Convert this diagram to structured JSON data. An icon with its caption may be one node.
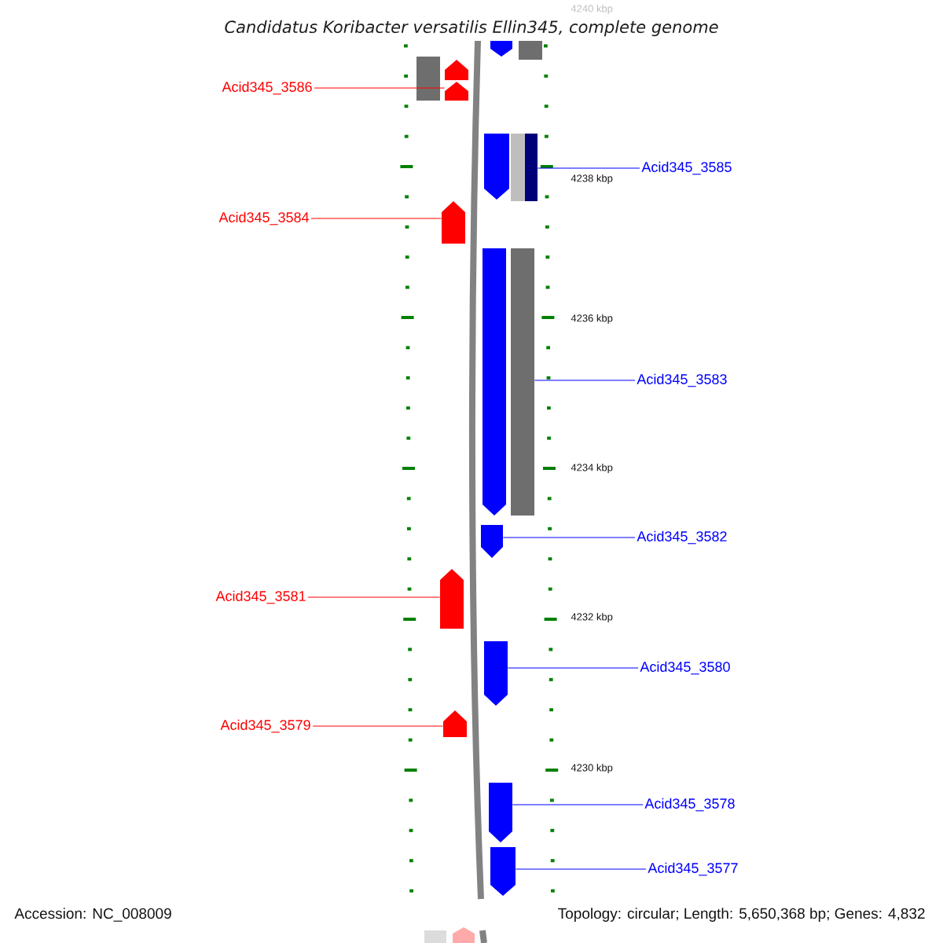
{
  "diagram": {
    "title": "Candidatus Koribacter versatilis Ellin345, complete genome",
    "nodes": [
      {
        "text": [
          "Acid345_3586"
        ]
      },
      {
        "text": [
          "Acid345_3584"
        ]
      },
      {
        "text": [
          "Acid345_3585"
        ]
      },
      {
        "text": [
          "Acid345_3583"
        ]
      },
      {
        "text": [
          "Acid345_3582"
        ]
      },
      {
        "text": [
          "Acid345_3581"
        ]
      },
      {
        "text": [
          "Acid345_3580"
        ]
      },
      {
        "text": [
          "Acid345_3579"
        ]
      },
      {
        "text": [
          "Acid345_3578"
        ]
      },
      {
        "text": [
          "Acid345_3577"
        ]
      },
      {
        "text": [],
        "shape": "box"
      },
      {
        "text": [],
        "shape": "arrow"
      },
      {
        "text": [],
        "shape": "arrow"
      },
      {
        "text": [],
        "shape": "arrow"
      },
      {
        "text": [],
        "shape": "box"
      },
      {
        "text": [],
        "shape": "arrow"
      },
      {
        "text": [],
        "shape": "box"
      },
      {
        "text": [],
        "shape": "box"
      },
      {
        "text": [],
        "shape": "arrow"
      },
      {
        "text": [],
        "shape": "arrow"
      },
      {
        "text": [],
        "shape": "box"
      },
      {
        "text": [],
        "shape": "arrow"
      },
      {
        "text": [],
        "shape": "arrow"
      },
      {
        "text": [],
        "shape": "arrow"
      },
      {
        "text": [],
        "shape": "arrow"
      },
      {
        "text": [],
        "shape": "arrow"
      },
      {
        "text": [],
        "shape": "arrow"
      }
    ],
    "edges": [
      {
        "from": 0,
        "to": 12,
        "arrow": "none",
        "color": "#ff0000"
      },
      {
        "from": 1,
        "to": 18,
        "arrow": "none",
        "color": "#ff0000"
      },
      {
        "from": 2,
        "to": 17,
        "arrow": "none"
      },
      {
        "from": 3,
        "to": 20,
        "arrow": "none"
      },
      {
        "from": 4,
        "to": 21,
        "arrow": "none"
      },
      {
        "from": 5,
        "to": 22,
        "arrow": "none",
        "color": "#ff0000"
      },
      {
        "from": 6,
        "to": 23,
        "arrow": "none"
      },
      {
        "from": 7,
        "to": 24,
        "arrow": "none",
        "color": "#ff0000"
      },
      {
        "from": 8,
        "to": 25,
        "arrow": "none"
      },
      {
        "from": 9,
        "to": 26,
        "arrow": "none"
      }
    ],
    "labels": [
      "4240 kbp",
      "4238 kbp",
      "4236 kbp",
      "4234 kbp",
      "4232 kbp",
      "4230 kbp",
      "Accession: NC_008009",
      "Topology: circular; Length: 5,650,368 bp; Genes: 4,832"
    ]
  }
}
